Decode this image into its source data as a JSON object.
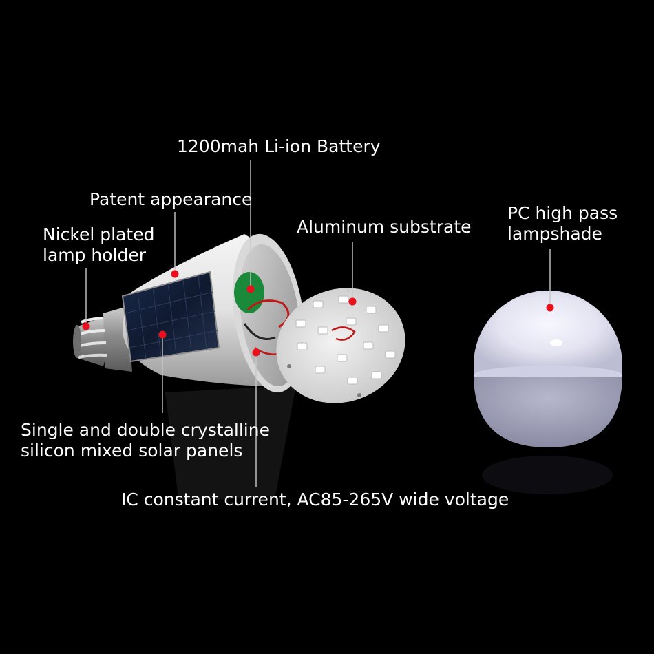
{
  "labels": {
    "battery": "1200mah Li-ion Battery",
    "patent": "Patent appearance",
    "nickel_line1": "Nickel plated",
    "nickel_line2": "lamp holder",
    "aluminum": "Aluminum substrate",
    "pc_line1": "PC high pass",
    "pc_line2": "lampshade",
    "single_line1": "Single and double crystalline",
    "single_line2": "silicon mixed solar panels",
    "ic": "IC constant current, AC85-265V wide voltage"
  },
  "colors": {
    "background": "#000000",
    "text": "#ffffff",
    "callout_dot": "#e8101c",
    "callout_line": "#c8c8c8"
  }
}
